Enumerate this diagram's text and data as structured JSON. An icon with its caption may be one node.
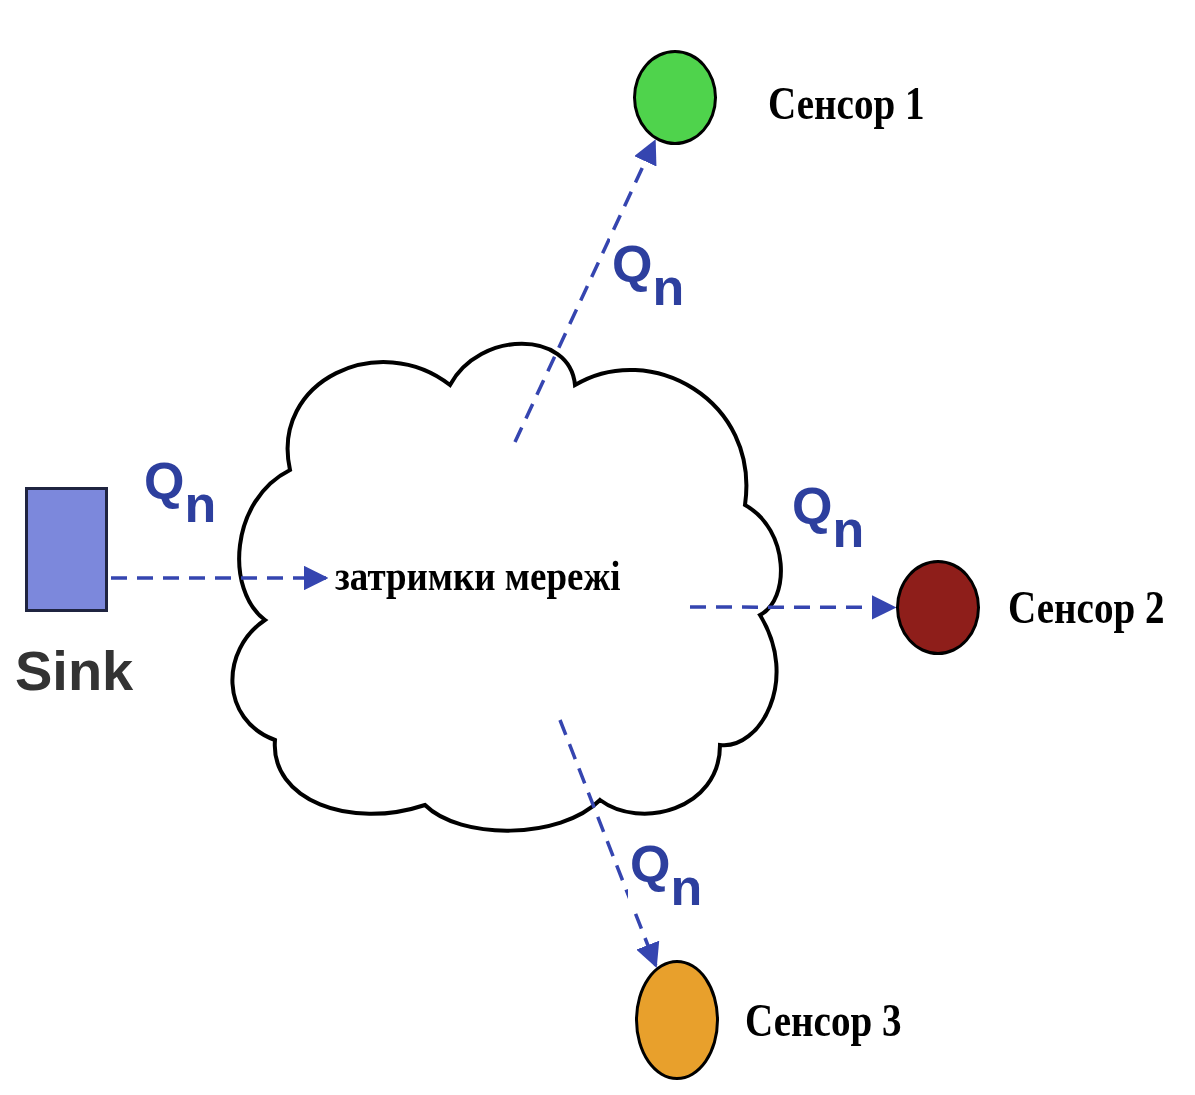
{
  "diagram": {
    "nodes": [
      {
        "text": [
          "Sink"
        ]
      },
      {
        "text": [
          "затримки мережі"
        ]
      },
      {
        "text": [
          "Сенсор 1"
        ]
      },
      {
        "text": [
          "Сенсор 2"
        ]
      },
      {
        "text": [
          "Сенсор 3"
        ]
      }
    ],
    "edges": [
      {
        "from": 0,
        "to": 1,
        "arrow": "to",
        "label": "Q$_{n}$",
        "style": "dashed"
      },
      {
        "from": 1,
        "to": 2,
        "arrow": "to",
        "label": "Q$_{n}$",
        "style": "dashed"
      },
      {
        "from": 1,
        "to": 3,
        "arrow": "to",
        "label": "Q$_{n}$",
        "style": "dashed"
      },
      {
        "from": 1,
        "to": 4,
        "arrow": "to",
        "label": "Q$_{n}$",
        "style": "dashed"
      }
    ]
  }
}
